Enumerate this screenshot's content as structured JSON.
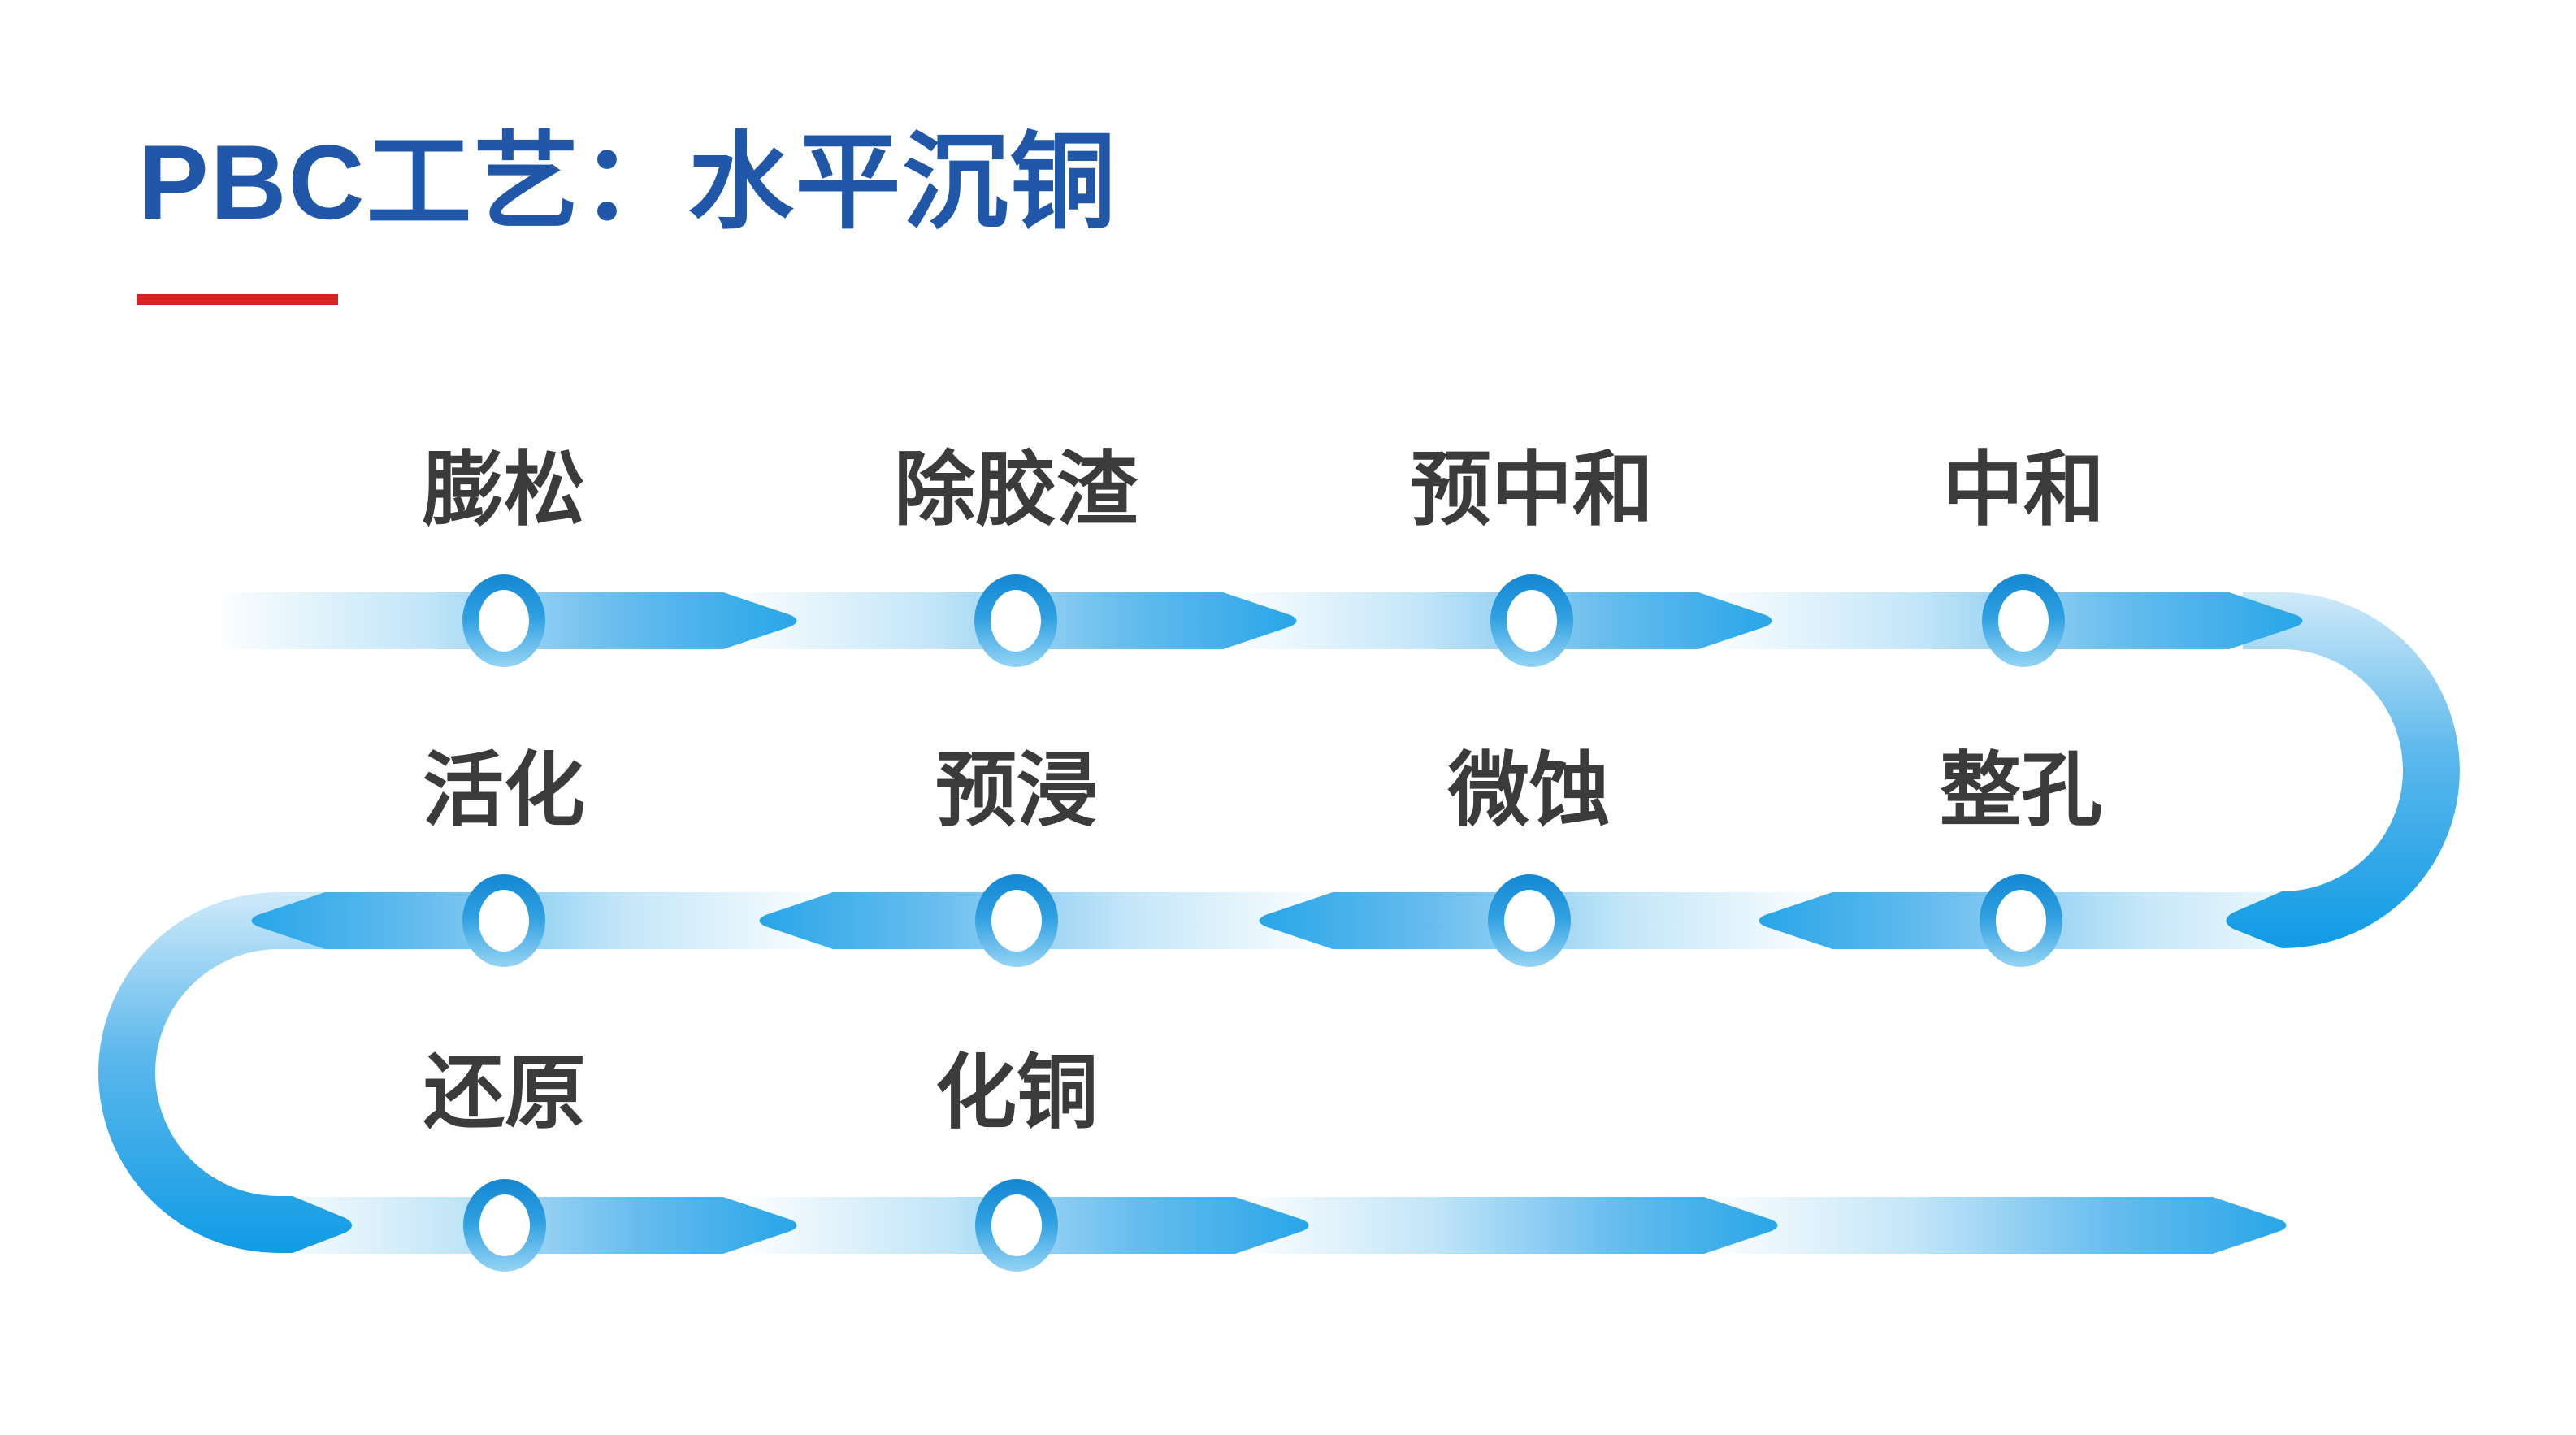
{
  "page": {
    "background": "#FFFFFF"
  },
  "header": {
    "title": "PBC工艺：水平沉铜",
    "title_color": "#2057A8",
    "underline_color": "#D22221"
  },
  "flow": {
    "description": "Snake-shaped horizontal electroless copper deposition process flow, 3 rows connected by U-turn arrows",
    "colors": {
      "band_dark": "#28A6E8",
      "band_light": "#FBFDFF",
      "curve_dark": "#109BE5",
      "curve_light": "#CFEAF9",
      "node_ring_top": "#1487D3",
      "node_ring_bottom": "#96D4F4",
      "node_fill": "#FFFFFF",
      "label_color": "#3B3B3B"
    },
    "rows": [
      {
        "direction": "left-to-right",
        "steps": [
          {
            "label": "膨松"
          },
          {
            "label": "除胶渣"
          },
          {
            "label": "预中和"
          },
          {
            "label": "中和"
          }
        ]
      },
      {
        "direction": "right-to-left",
        "steps": [
          {
            "label": "整孔"
          },
          {
            "label": "微蚀"
          },
          {
            "label": "预浸"
          },
          {
            "label": "活化"
          }
        ]
      },
      {
        "direction": "left-to-right",
        "steps": [
          {
            "label": "还原"
          },
          {
            "label": "化铜"
          }
        ]
      }
    ],
    "sequence": [
      "膨松",
      "除胶渣",
      "预中和",
      "中和",
      "整孔",
      "微蚀",
      "预浸",
      "活化",
      "还原",
      "化铜"
    ]
  }
}
